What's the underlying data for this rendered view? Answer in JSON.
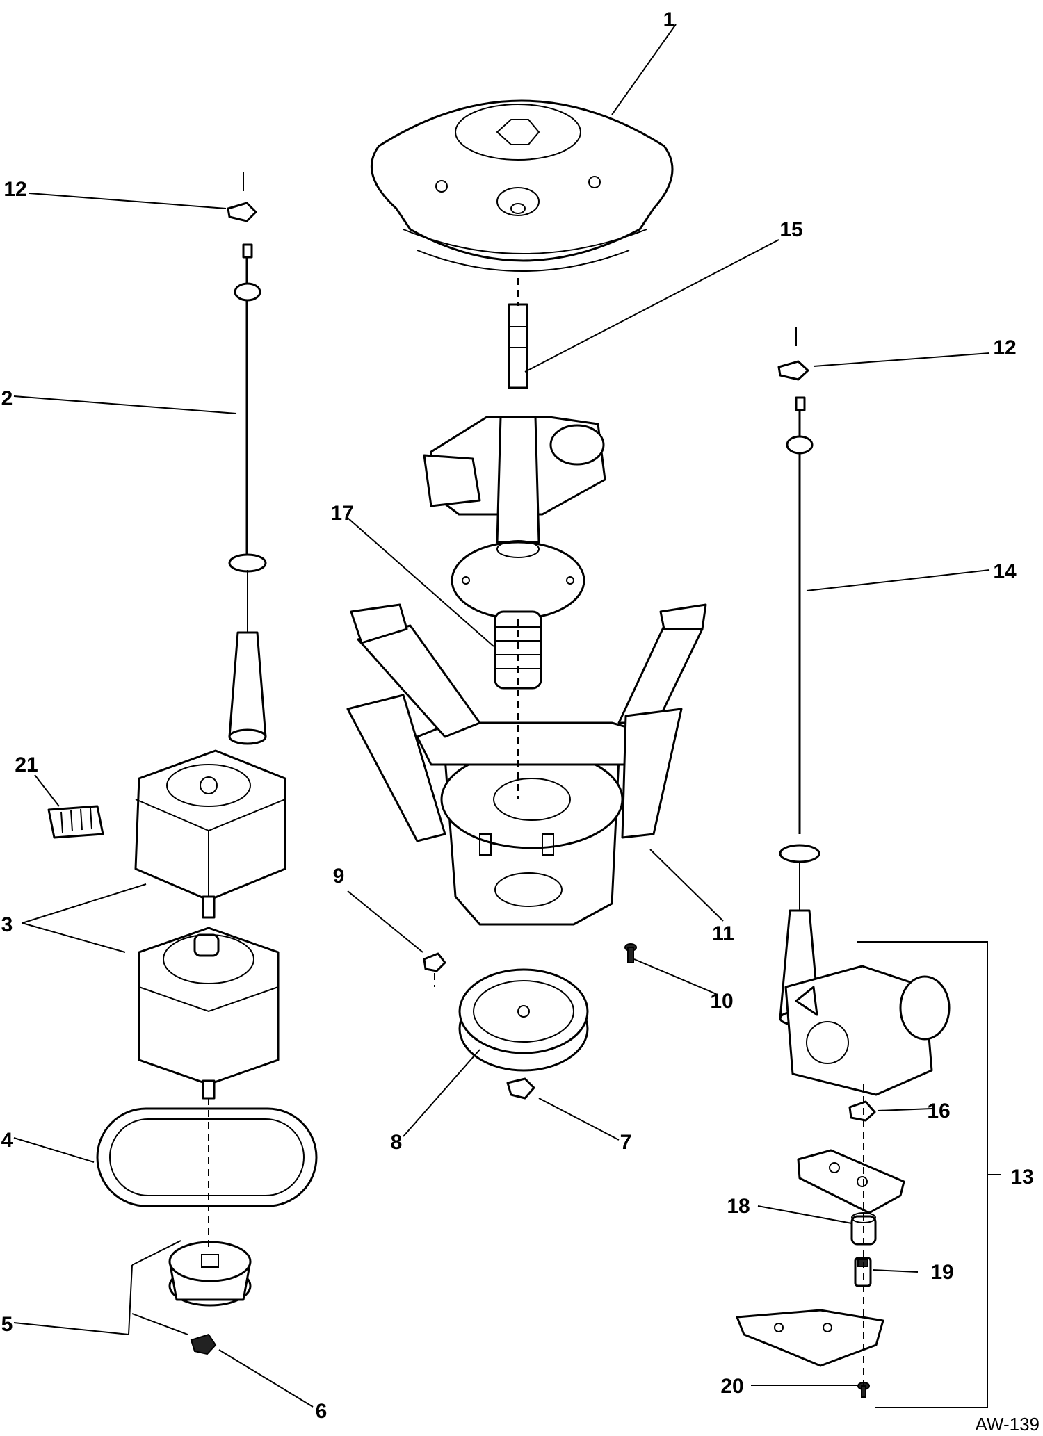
{
  "diagram": {
    "code": "AW-139",
    "callouts": [
      "1",
      "2",
      "3",
      "4",
      "5",
      "6",
      "7",
      "8",
      "9",
      "10",
      "11",
      "12",
      "12",
      "13",
      "14",
      "15",
      "16",
      "17",
      "18",
      "19",
      "20",
      "21"
    ]
  }
}
